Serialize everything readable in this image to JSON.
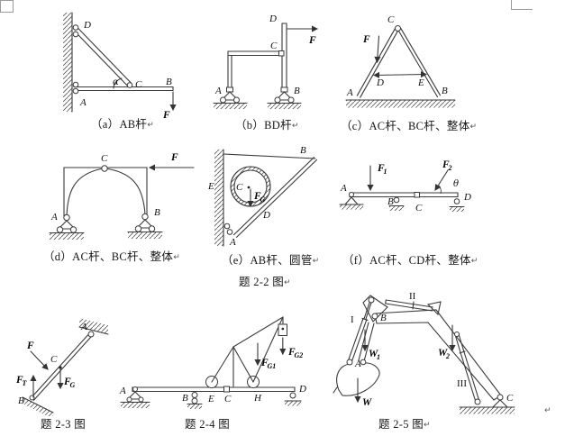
{
  "page": {
    "background": "#ffffff",
    "line_color": "#3a3a3a"
  },
  "return_mark": "↵",
  "captions": {
    "a": "（a）AB杆",
    "b": "（b）BD杆",
    "c": "（c）AC杆、BC杆、整体",
    "d": "（d）AC杆、BC杆、整体",
    "e": "（e）AB杆、圆管",
    "f": "（f）AC杆、CD杆、整体",
    "fig22": "题 2-2 图",
    "fig23": "题 2-3 图",
    "fig24": "题 2-4 图",
    "fig25": "题 2-5 图"
  },
  "diagrams": {
    "a": {
      "A": "A",
      "B": "B",
      "C": "C",
      "D": "D",
      "alpha": "α",
      "F": "F"
    },
    "b": {
      "A": "A",
      "B": "B",
      "C": "C",
      "D": "D",
      "F": "F"
    },
    "c": {
      "A": "A",
      "B": "B",
      "C": "C",
      "D": "D",
      "E": "E",
      "F": "F"
    },
    "d": {
      "A": "A",
      "B": "B",
      "C": "C",
      "F": "F"
    },
    "e": {
      "A": "A",
      "B": "B",
      "C": "C",
      "D": "D",
      "E": "E",
      "FG_main": "F",
      "FG_sub": "G"
    },
    "f": {
      "A": "A",
      "B": "B",
      "C": "C",
      "D": "D",
      "F1_main": "F",
      "F1_sub": "1",
      "F2_main": "F",
      "F2_sub": "2",
      "theta": "θ"
    },
    "t23": {
      "A": "A",
      "B": "B",
      "C": "C",
      "F": "F",
      "FT_main": "F",
      "FT_sub": "T",
      "FG_main": "F",
      "FG_sub": "G"
    },
    "t24": {
      "A": "A",
      "B": "B",
      "C": "C",
      "D": "D",
      "E": "E",
      "H": "H",
      "FG1_main": "F",
      "FG1_sub": "G1",
      "FG2_main": "F",
      "FG2_sub": "G2"
    },
    "t25": {
      "A": "A",
      "B": "B",
      "C": "C",
      "I": "I",
      "II": "II",
      "III": "III",
      "W1_main": "W",
      "W1_sub": "1",
      "W2_main": "W",
      "W2_sub": "2",
      "W_main": "W"
    }
  }
}
